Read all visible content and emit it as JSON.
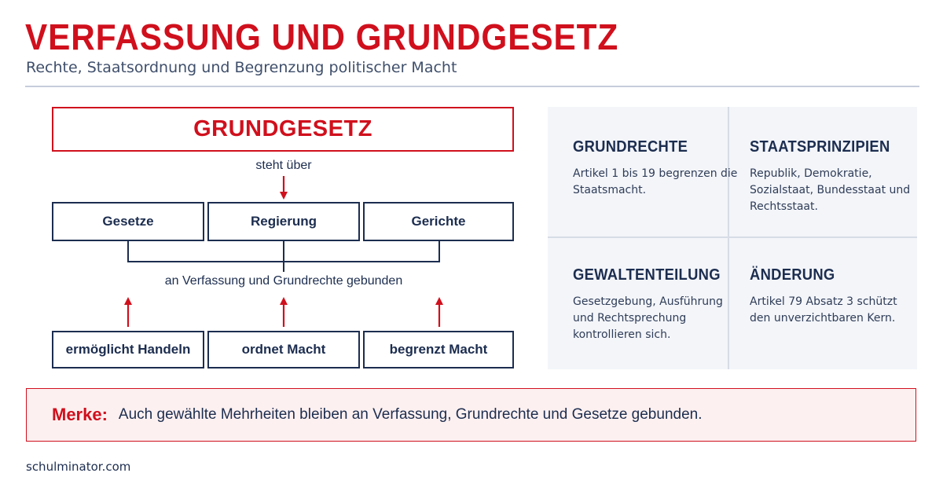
{
  "header": {
    "title": "VERFASSUNG UND GRUNDGESETZ",
    "subtitle": "Rechte, Staatsordnung und Begrenzung politischer Macht"
  },
  "diagram": {
    "top_box": "GRUNDGESETZ",
    "top_connector_label": "steht über",
    "branches": [
      "Gesetze",
      "Regierung",
      "Gerichte"
    ],
    "bound_label": "an Verfassung und Grundrechte gebunden",
    "functions": [
      "ermöglicht Handeln",
      "ordnet Macht",
      "begrenzt Macht"
    ]
  },
  "panel": {
    "cells": [
      {
        "heading": "GRUNDRECHTE",
        "text": "Artikel 1 bis 19 begrenzen die Staatsmacht."
      },
      {
        "heading": "STAATSPRINZIPIEN",
        "text": "Republik, Demokratie, Sozialstaat, Bundesstaat und Rechtsstaat."
      },
      {
        "heading": "GEWALTENTEILUNG",
        "text": "Gesetzgebung, Ausführung und Rechtsprechung kontrollieren sich."
      },
      {
        "heading": "ÄNDERUNG",
        "text": "Artikel 79 Absatz 3 schützt den unverzichtbaren Kern."
      }
    ]
  },
  "merke": {
    "label": "Merke:",
    "text": "Auch gewählte Mehrheiten bleiben an Verfassung, Grundrechte und Gesetze gebunden."
  },
  "footer": {
    "source": "schulminator.com"
  },
  "colors": {
    "accent": "#d0101d",
    "navy": "#1c2d4f",
    "panel": "#f3f5f9"
  }
}
